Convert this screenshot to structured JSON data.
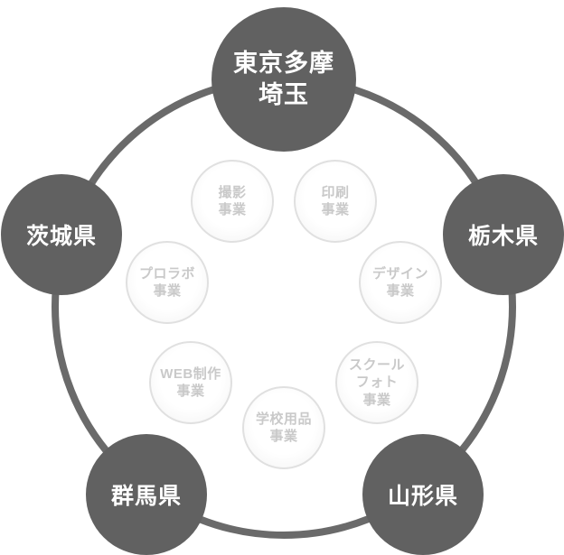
{
  "diagram": {
    "colors": {
      "background": "#ffffff",
      "region_circle": "#616161",
      "region_text": "#ffffff",
      "ring": "#6a6a6a",
      "business_fill": "#ffffff",
      "business_border": "#e0e0e0",
      "business_text": "#c9c9c9"
    },
    "regions": [
      {
        "name": "tokyo-tama-saitama",
        "lines": [
          "東京多摩",
          "埼玉"
        ]
      },
      {
        "name": "ibaraki",
        "lines": [
          "茨城県"
        ]
      },
      {
        "name": "tochigi",
        "lines": [
          "栃木県"
        ]
      },
      {
        "name": "gunma",
        "lines": [
          "群馬県"
        ]
      },
      {
        "name": "yamagata",
        "lines": [
          "山形県"
        ]
      }
    ],
    "businesses": [
      {
        "name": "photography",
        "lines": [
          "撮影",
          "事業"
        ]
      },
      {
        "name": "printing",
        "lines": [
          "印刷",
          "事業"
        ]
      },
      {
        "name": "design",
        "lines": [
          "デザイン",
          "事業"
        ]
      },
      {
        "name": "school-photo",
        "lines": [
          "スクール",
          "フォト",
          "事業"
        ]
      },
      {
        "name": "school-supplies",
        "lines": [
          "学校用品",
          "事業"
        ]
      },
      {
        "name": "web-production",
        "lines": [
          "WEB制作",
          "事業"
        ]
      },
      {
        "name": "pro-lab",
        "lines": [
          "プロラボ",
          "事業"
        ]
      }
    ]
  }
}
